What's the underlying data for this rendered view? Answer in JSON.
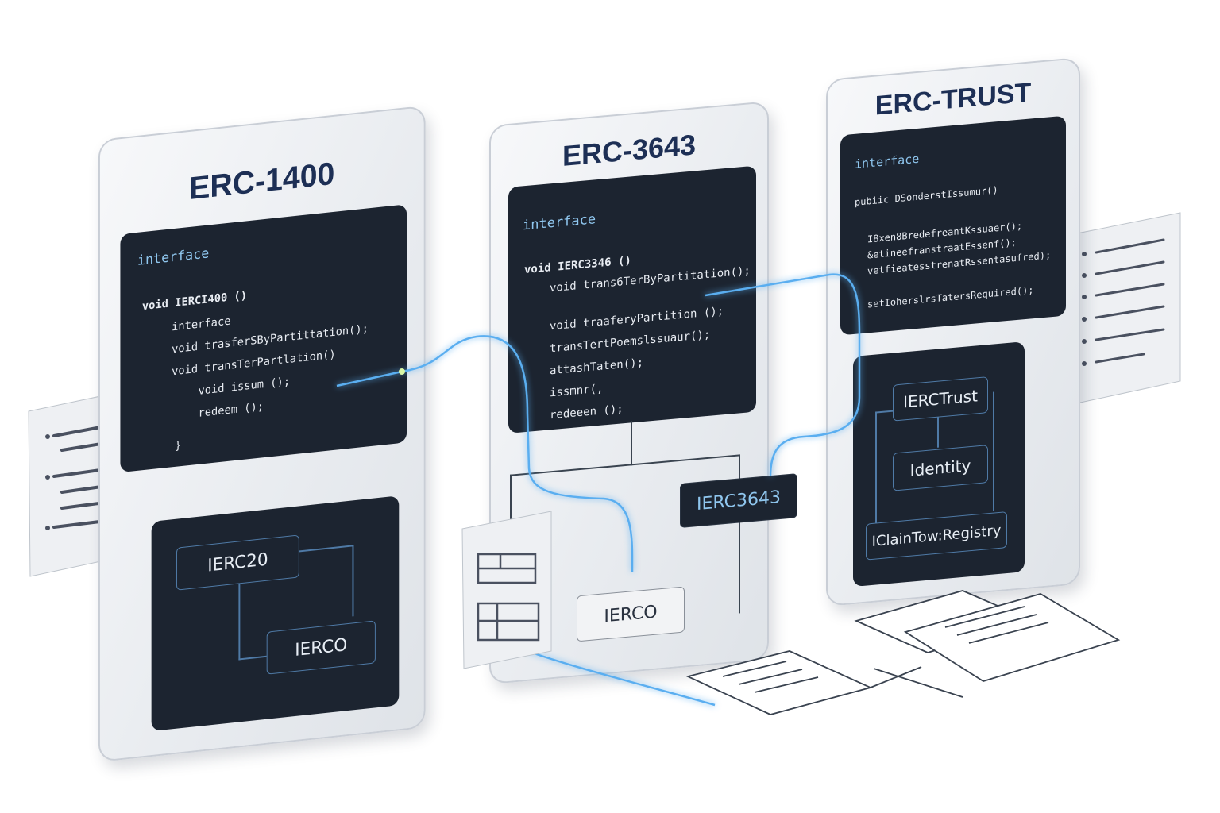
{
  "colors": {
    "title": "#1d2f55",
    "panel": "#1c2430",
    "accent": "#8fc6ee",
    "glow": "#5aaef0"
  },
  "cards": [
    {
      "title": "ERC-1400",
      "code_keyword": "interface",
      "code_lines": [
        "void IERCI400 ()",
        "interface",
        "void trasferSByPartittation();",
        "void transTerPartlation()",
        "void issum ();",
        "redeem ();",
        "}"
      ],
      "boxes": [
        "IERC20",
        "IERCO"
      ]
    },
    {
      "title": "ERC-3643",
      "code_keyword": "interface",
      "code_lines": [
        "void IERC3346 ()",
        "void trans6TerByPartitation();",
        "void traaferyPartition ();",
        "transTertPoemslssuaur();",
        "attashTaten();",
        "issmnr(,",
        "redeeen ();"
      ],
      "boxes": [
        "IERC3643",
        "IERCO"
      ]
    },
    {
      "title": "ERC-TRUST",
      "code_keyword": "interface",
      "code_lines": [
        "pubiic DSonderstIssumur()",
        "I8xen8BredefreantKssuaer();",
        "&etineefranstraatEssenf();",
        "vetfieatesstrenatRssentasufred);",
        "setIoherslrsTatersRequired();"
      ],
      "boxes": [
        "IERCTrust",
        "Identity",
        "IClainTow:Registry"
      ]
    }
  ]
}
